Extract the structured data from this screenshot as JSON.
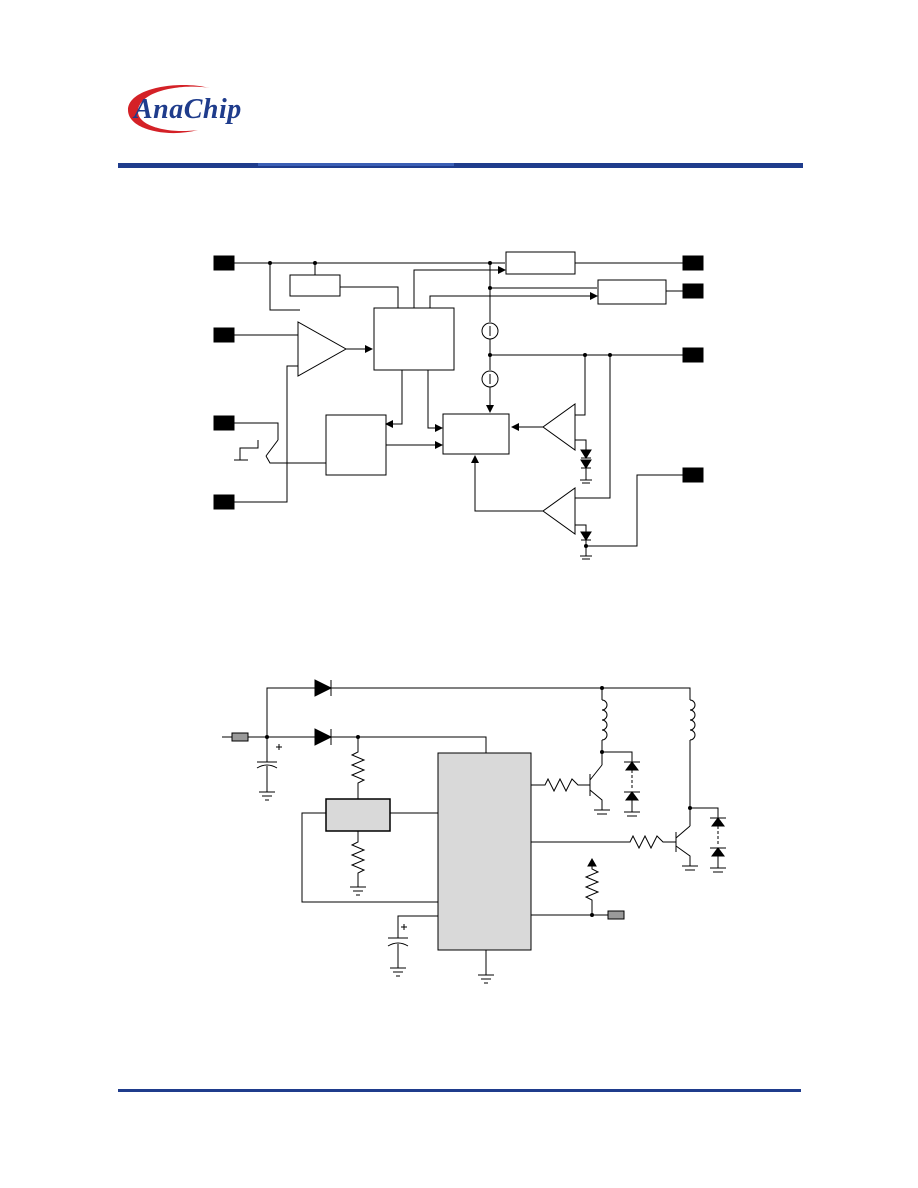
{
  "logo": {
    "text": "AnaChip",
    "icon": "anachip-swoosh-logo"
  },
  "colors": {
    "brand_blue": "#1f3c8c",
    "brand_red": "#d42127",
    "ink": "#000000",
    "ic_fill": "#d9d9d9"
  },
  "figures": [
    {
      "id": "block-diagram",
      "labels": []
    },
    {
      "id": "application-circuit",
      "labels": []
    }
  ]
}
